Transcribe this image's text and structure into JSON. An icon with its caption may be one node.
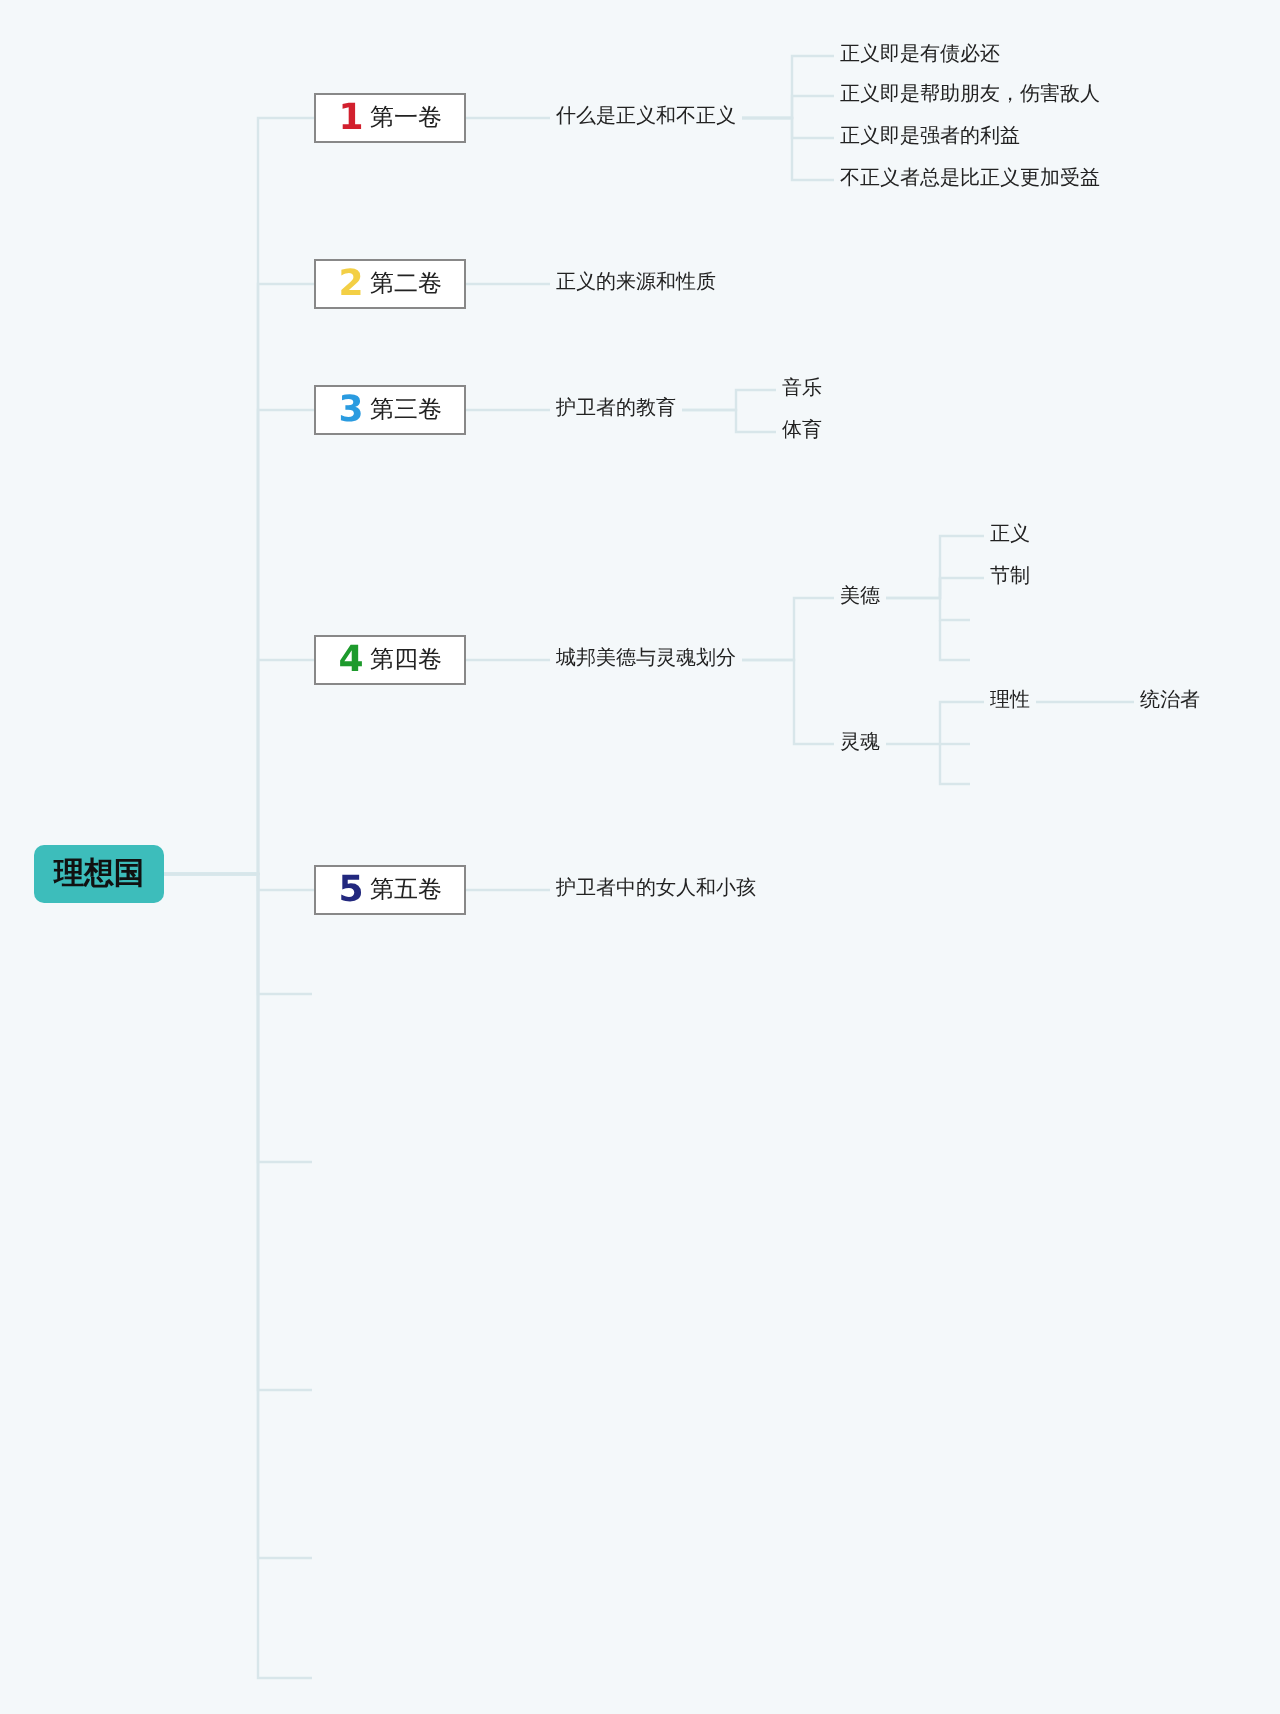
{
  "diagram": {
    "nodes": [
      {
        "text": [
          "理想国"
        ]
      },
      {
        "text": [
          "1",
          "第一卷"
        ]
      },
      {
        "text": [
          "什么是正义和不正义"
        ]
      },
      {
        "text": [
          "正义即是有债必还"
        ]
      },
      {
        "text": [
          "正义即是帮助朋友，伤害敌人"
        ]
      },
      {
        "text": [
          "正义即是强者的利益"
        ]
      },
      {
        "text": [
          "不正义者总是比正义更加受益"
        ]
      },
      {
        "text": [
          "2",
          "第二卷"
        ]
      },
      {
        "text": [
          "正义的来源和性质"
        ]
      },
      {
        "text": [
          "3",
          "第三卷"
        ]
      },
      {
        "text": [
          "护卫者的教育"
        ]
      },
      {
        "text": [
          "音乐"
        ]
      },
      {
        "text": [
          "体育"
        ]
      },
      {
        "text": [
          "4",
          "第四卷"
        ]
      },
      {
        "text": [
          "城邦美德与灵魂划分"
        ]
      },
      {
        "text": [
          "美德"
        ]
      },
      {
        "text": [
          "正义"
        ]
      },
      {
        "text": [
          "节制"
        ]
      },
      {
        "text": [
          "灵魂"
        ]
      },
      {
        "text": [
          "理性"
        ]
      },
      {
        "text": [
          "统治者"
        ]
      },
      {
        "text": [
          "5",
          "第五卷"
        ]
      },
      {
        "text": [
          "护卫者中的女人和小孩"
        ]
      }
    ],
    "edges": [
      {
        "from": 0,
        "to": 1,
        "arrow": "none"
      },
      {
        "from": 0,
        "to": 7,
        "arrow": "none"
      },
      {
        "from": 0,
        "to": 9,
        "arrow": "none"
      },
      {
        "from": 0,
        "to": 13,
        "arrow": "none"
      },
      {
        "from": 0,
        "to": 21,
        "arrow": "none"
      },
      {
        "from": 0,
        "to": null,
        "arrow": "none"
      },
      {
        "from": 0,
        "to": null,
        "arrow": "none"
      },
      {
        "from": 0,
        "to": null,
        "arrow": "none"
      },
      {
        "from": 0,
        "to": null,
        "arrow": "none"
      },
      {
        "from": 0,
        "to": null,
        "arrow": "none"
      },
      {
        "from": 1,
        "to": 2,
        "arrow": "none"
      },
      {
        "from": 2,
        "to": 3,
        "arrow": "none"
      },
      {
        "from": 2,
        "to": 4,
        "arrow": "none"
      },
      {
        "from": 2,
        "to": 5,
        "arrow": "none"
      },
      {
        "from": 2,
        "to": 6,
        "arrow": "none"
      },
      {
        "from": 7,
        "to": 8,
        "arrow": "none"
      },
      {
        "from": 9,
        "to": 10,
        "arrow": "none"
      },
      {
        "from": 10,
        "to": 11,
        "arrow": "none"
      },
      {
        "from": 10,
        "to": 12,
        "arrow": "none"
      },
      {
        "from": 13,
        "to": 14,
        "arrow": "none"
      },
      {
        "from": 14,
        "to": 15,
        "arrow": "none"
      },
      {
        "from": 14,
        "to": 18,
        "arrow": "none"
      },
      {
        "from": 15,
        "to": 16,
        "arrow": "none"
      },
      {
        "from": 15,
        "to": 17,
        "arrow": "none"
      },
      {
        "from": 18,
        "to": 19,
        "arrow": "none"
      },
      {
        "from": 19,
        "to": 20,
        "arrow": "none"
      },
      {
        "from": 21,
        "to": 22,
        "arrow": "none"
      }
    ]
  }
}
